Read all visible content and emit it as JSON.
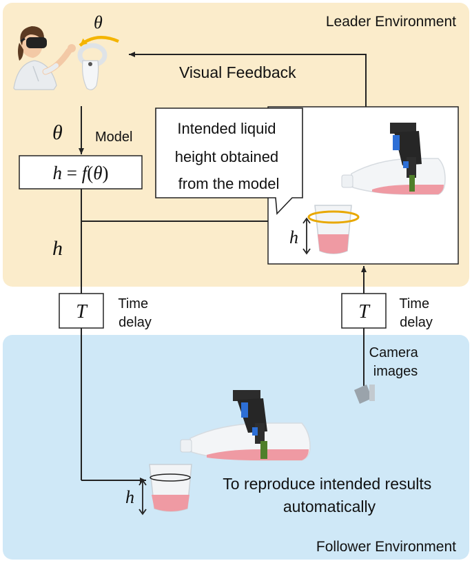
{
  "leader_env": {
    "label": "Leader Environment",
    "color": "#fbeccb"
  },
  "follower_env": {
    "label": "Follower Environment",
    "color": "#cfe8f7"
  },
  "visual_feedback": "Visual Feedback",
  "theta_symbol": "θ",
  "model_label": "Model",
  "model_eq": {
    "lhs": "h",
    "eq": " = ",
    "f": "f",
    "paren_open": "(",
    "theta": "θ",
    "paren_close": ")"
  },
  "h_symbol": "h",
  "delay_left": {
    "symbol": "T",
    "line1": "Time",
    "line2": "delay"
  },
  "delay_right": {
    "symbol": "T",
    "line1": "Time",
    "line2": "delay"
  },
  "callout": {
    "line1": "Intended liquid",
    "line2": "height obtained",
    "line3": "from the model"
  },
  "camera": {
    "line1": "Camera",
    "line2": "images"
  },
  "reproduce": {
    "line1": "To reproduce intended results",
    "line2": "automatically"
  },
  "colors": {
    "liquid": "#ef9aa3",
    "ring": "#e8a800",
    "arrow_yellow": "#f4b400",
    "robot_blue": "#2d6fd6"
  }
}
